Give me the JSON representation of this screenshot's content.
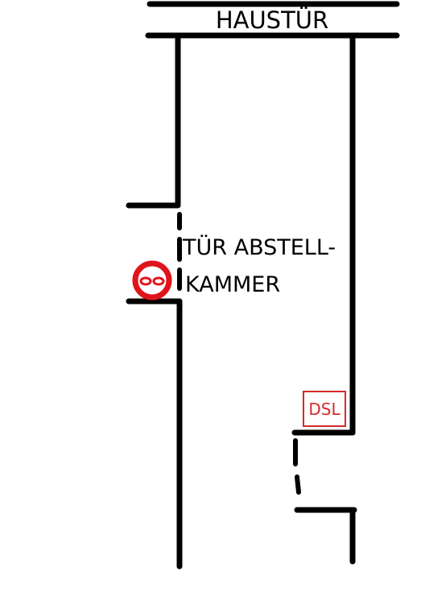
{
  "labels": {
    "front_door": "HAUSTÜR",
    "storage_door_line1": "TÜR ABSTELL-",
    "storage_door_line2": "KAMMER",
    "dsl": "DSL"
  },
  "icons": {
    "marker": "red-circle-marker-icon"
  },
  "colors": {
    "walls": "#000000",
    "marker": "#e0141c",
    "dsl": "#d42a2a"
  }
}
